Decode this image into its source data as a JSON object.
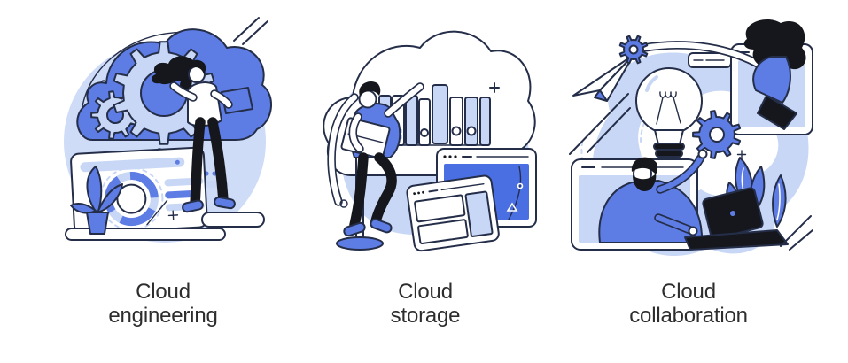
{
  "colors": {
    "outline": "#252e49",
    "blue": "#5d7ce4",
    "light": "#c8d7f5",
    "pale": "#cfdcf8",
    "dark": "#15171c",
    "screen": "#4a6fe3",
    "text": "#2d2d2d",
    "bg": "#ffffff"
  },
  "panels": [
    {
      "id": "cloud-engineering",
      "caption": "Cloud\nengineering",
      "scene": "woman with tablet standing on a laptop, configuring gears inside a blue cloud, browser window with loading donut chart and potted plant",
      "icons": [
        "cloud-icon",
        "gear-icon",
        "tablet-icon",
        "laptop-icon",
        "donut-chart-icon",
        "plant-icon",
        "sparkle-icon"
      ]
    },
    {
      "id": "cloud-storage",
      "caption": "Cloud\nstorage",
      "scene": "man leaning on a stool holding a laptop, picking an archive binder stored inside a white cloud, browser windows below",
      "icons": [
        "cloud-icon",
        "binder-icons",
        "laptop-icon",
        "browser-window-icon",
        "stool-icon",
        "sparkle-icon"
      ]
    },
    {
      "id": "cloud-collaboration",
      "caption": "Cloud\ncollaboration",
      "scene": "woman and bearded man reaching out of browser windows exchanging idea lightbulb and gears, paper plane and laptop",
      "icons": [
        "paper-plane-icon",
        "lightbulb-icon",
        "gear-icon",
        "browser-window-icon",
        "laptop-icon",
        "plant-icon",
        "sparkle-icon"
      ]
    }
  ]
}
